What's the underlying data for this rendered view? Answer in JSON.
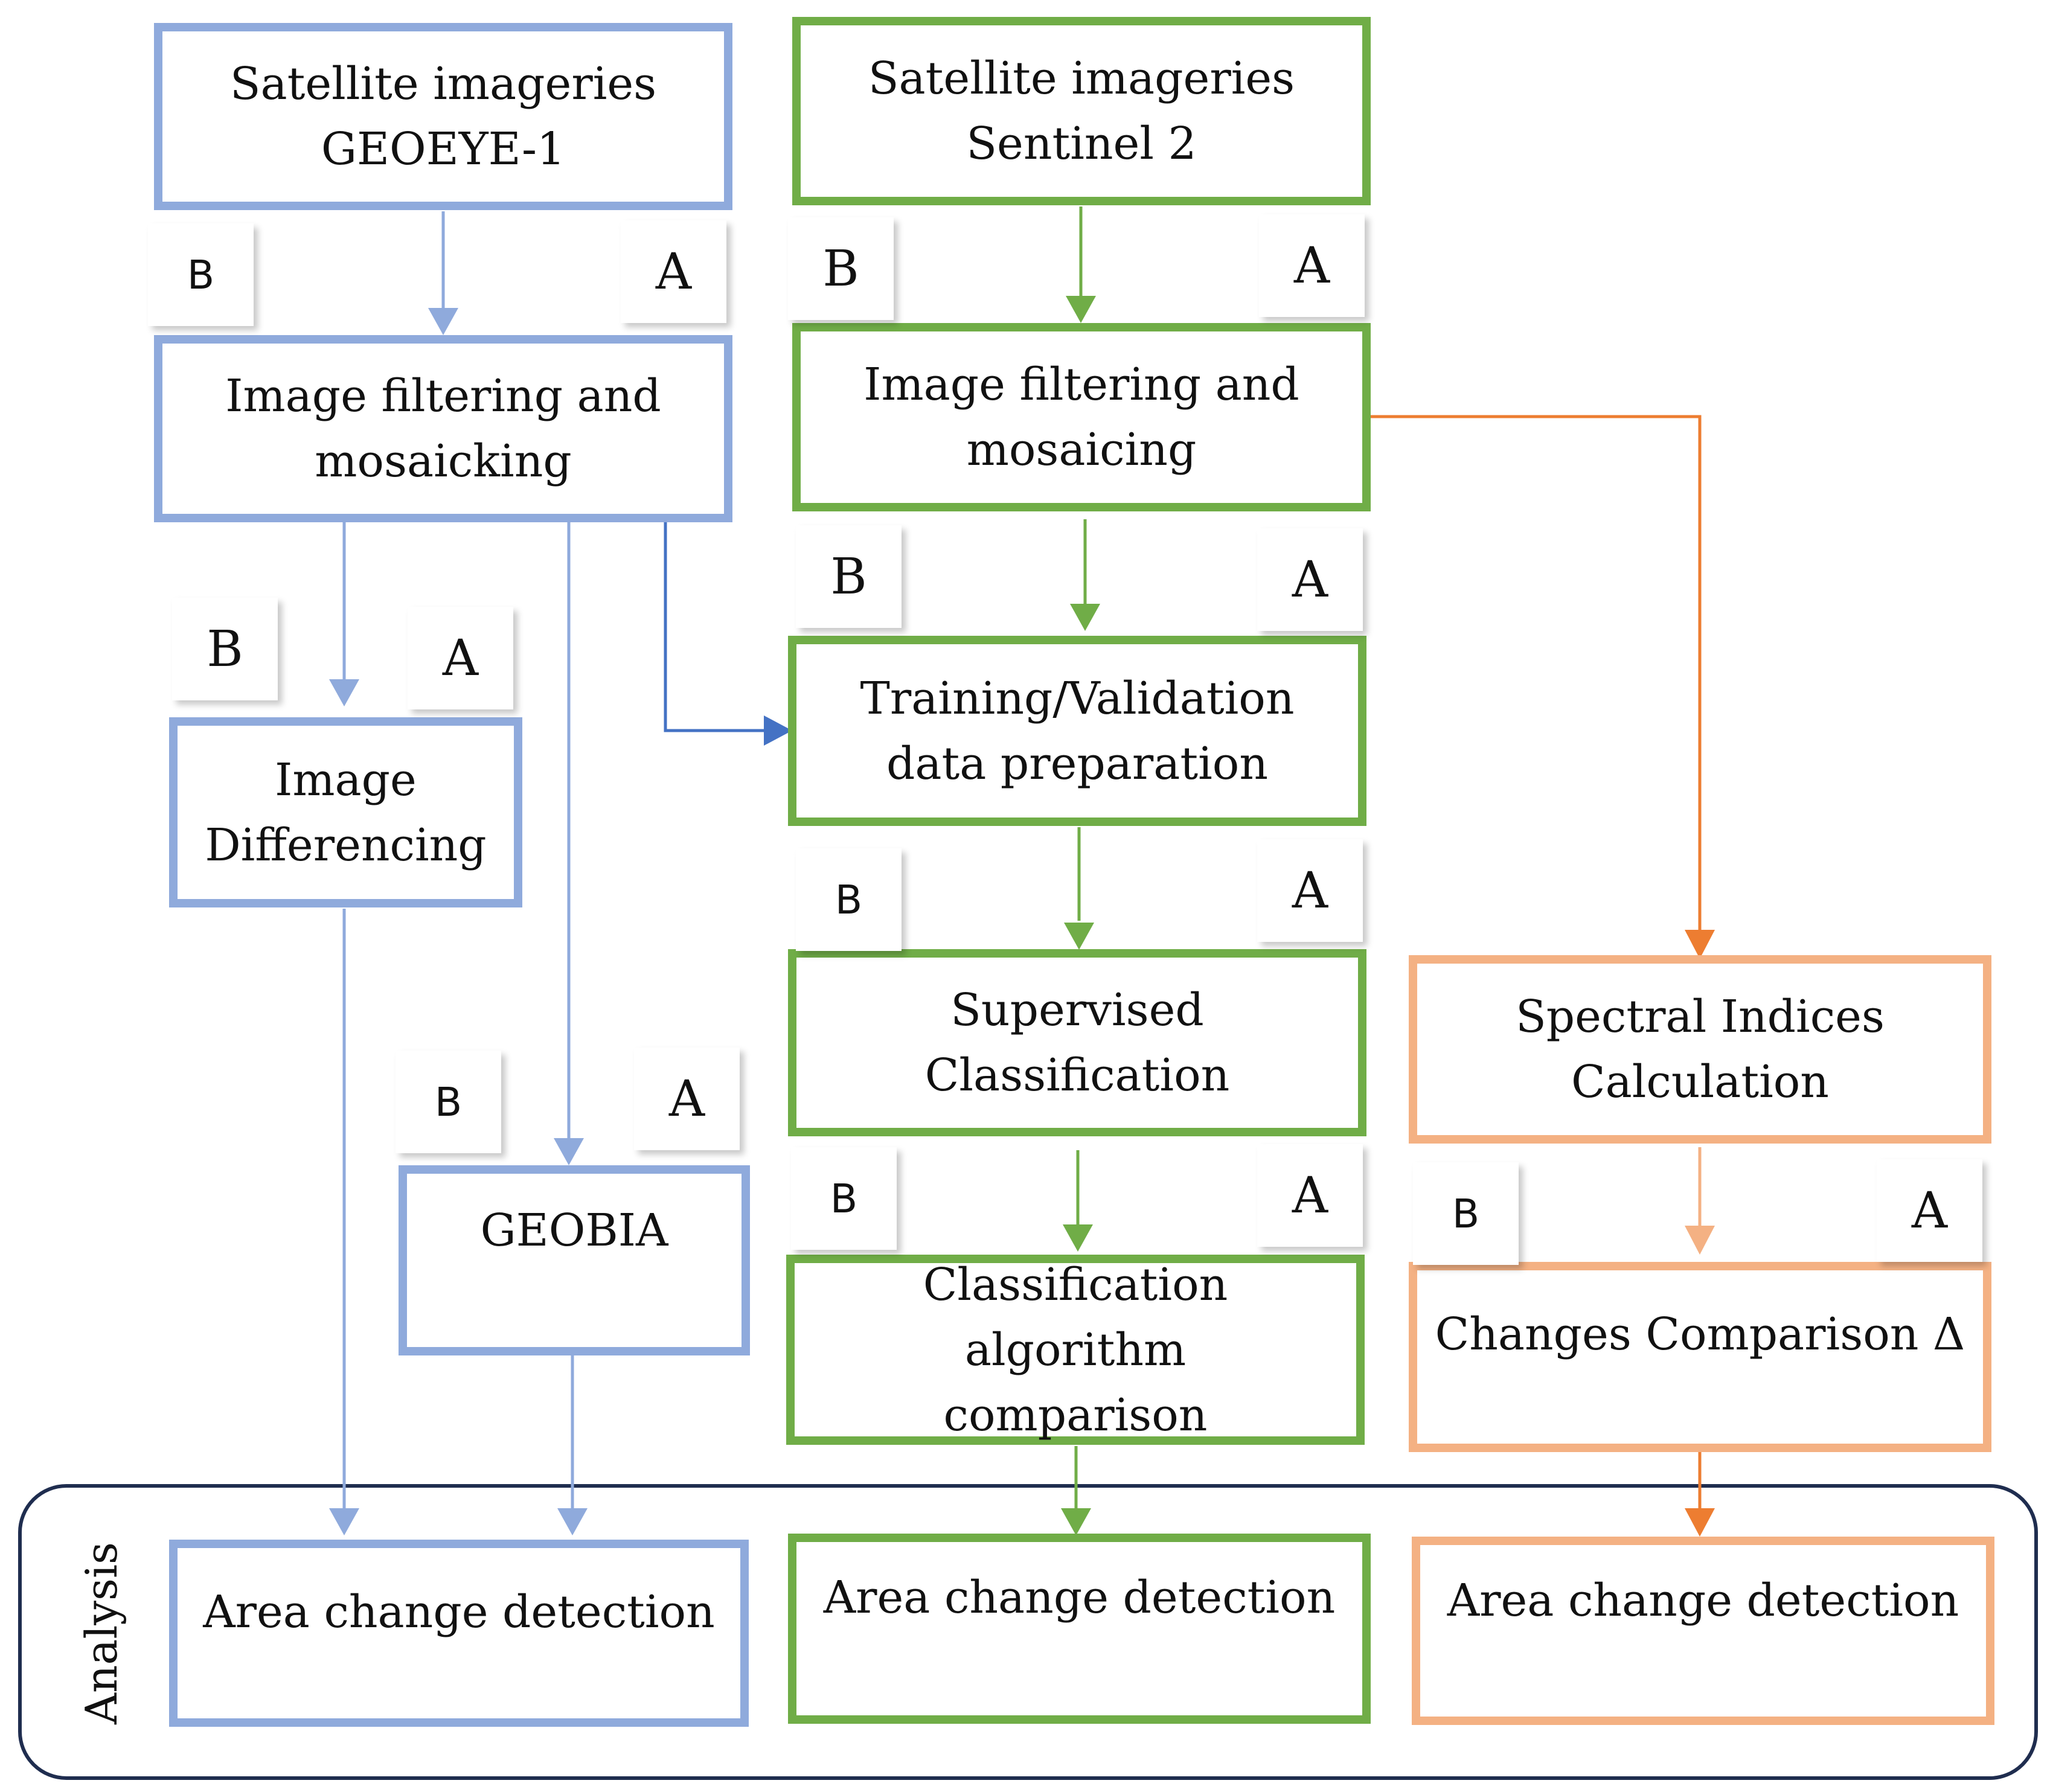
{
  "colors": {
    "geoeye": "#8faadc",
    "geoeye_dark": "#4472c4",
    "sentinel": "#70ad47",
    "indices": "#f4b183",
    "indices_dark": "#ed7d31",
    "frame": "#1f2d4f"
  },
  "boxes": {
    "geoeye_input": "Satellite imageries\nGEOEYE-1",
    "geoeye_filter": "Image filtering and\nmosaicking",
    "image_differencing": "Image\nDifferencing",
    "geobia": "GEOBIA",
    "sentinel_input": "Satellite imageries\nSentinel 2",
    "sentinel_filter": "Image filtering and\nmosaicing",
    "training": "Training/Validation\ndata preparation",
    "supervised": "Supervised\nClassification",
    "algorithm_comparison": "Classification algorithm\ncomparison",
    "spectral_indices": "Spectral Indices\nCalculation",
    "changes_comparison": "Changes Comparison Δ",
    "area_blue": "Area change detection",
    "area_green": "Area change detection",
    "area_orange": "Area change detection"
  },
  "tags": {
    "b": "B",
    "a": "A"
  },
  "analysis_label": "Analysis"
}
